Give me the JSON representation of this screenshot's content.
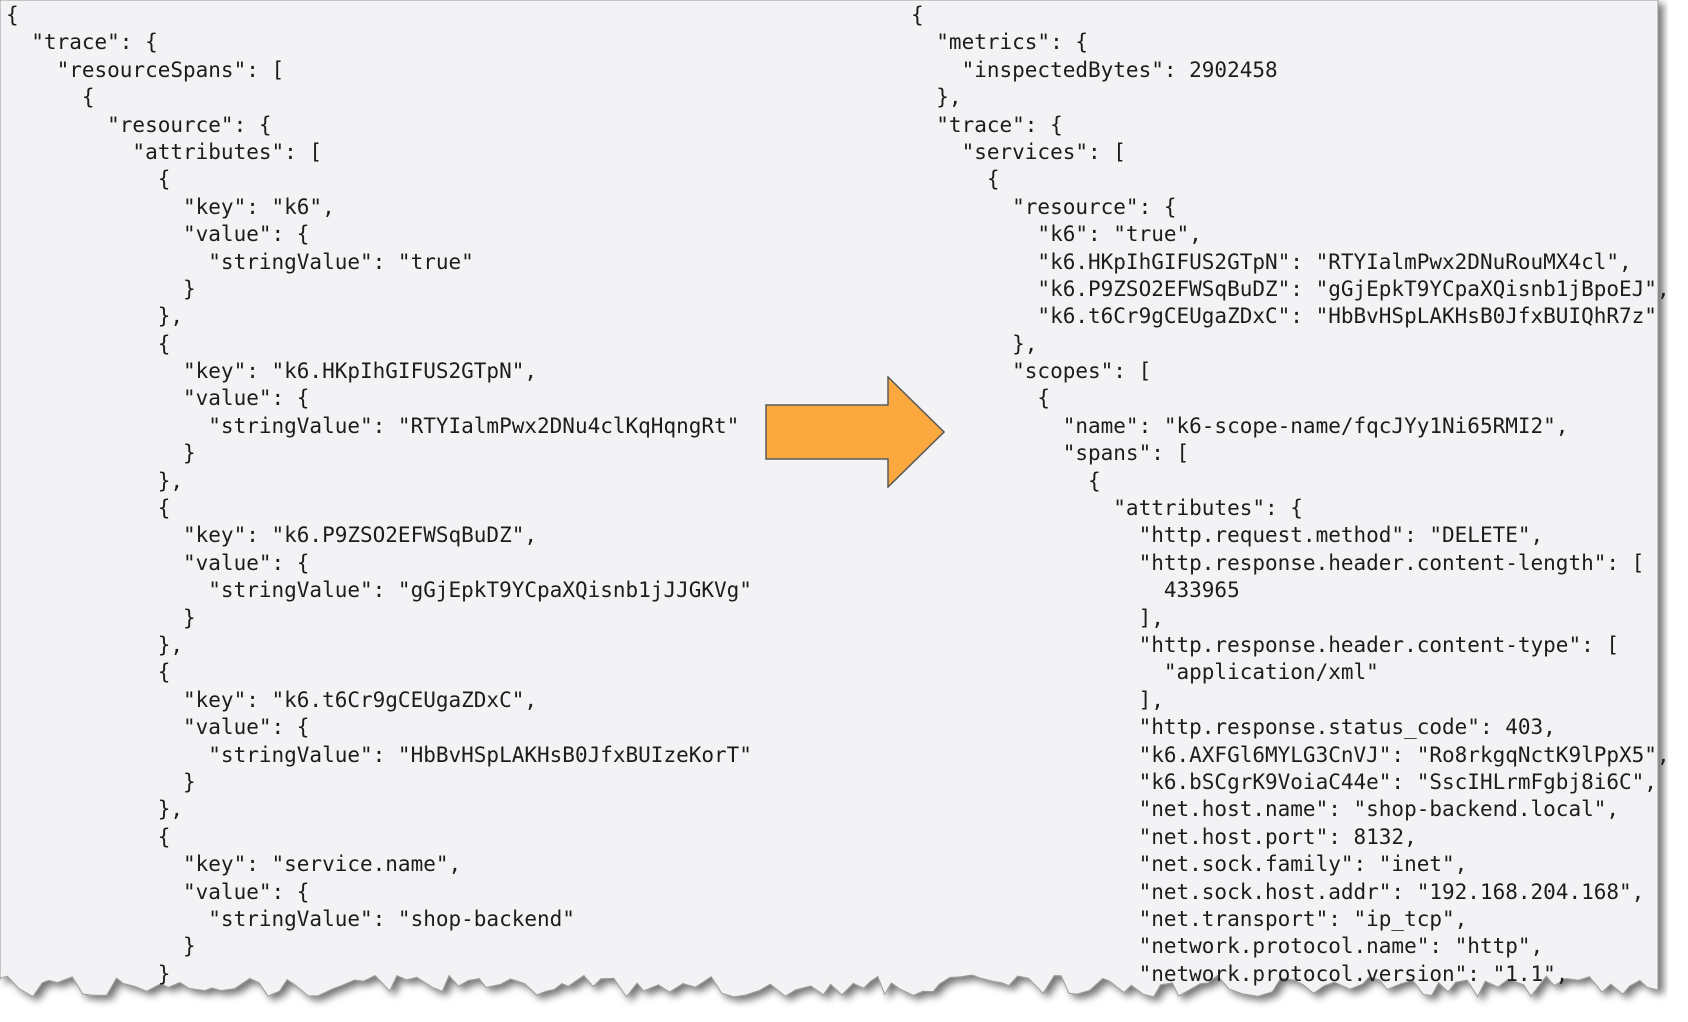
{
  "left_panel": {
    "lines": [
      "{",
      "  \"trace\": {",
      "    \"resourceSpans\": [",
      "      {",
      "        \"resource\": {",
      "          \"attributes\": [",
      "            {",
      "              \"key\": \"k6\",",
      "              \"value\": {",
      "                \"stringValue\": \"true\"",
      "              }",
      "            },",
      "            {",
      "              \"key\": \"k6.HKpIhGIFUS2GTpN\",",
      "              \"value\": {",
      "                \"stringValue\": \"RTYIalmPwx2DNu4clKqHqngRt\"",
      "              }",
      "            },",
      "            {",
      "              \"key\": \"k6.P9ZSO2EFWSqBuDZ\",",
      "              \"value\": {",
      "                \"stringValue\": \"gGjEpkT9YCpaXQisnb1jJJGKVg\"",
      "              }",
      "            },",
      "            {",
      "              \"key\": \"k6.t6Cr9gCEUgaZDxC\",",
      "              \"value\": {",
      "                \"stringValue\": \"HbBvHSpLAKHsB0JfxBUIzeKorT\"",
      "              }",
      "            },",
      "            {",
      "              \"key\": \"service.name\",",
      "              \"value\": {",
      "                \"stringValue\": \"shop-backend\"",
      "              }",
      "            }"
    ]
  },
  "right_panel": {
    "lines": [
      "{",
      "  \"metrics\": {",
      "    \"inspectedBytes\": 2902458",
      "  },",
      "  \"trace\": {",
      "    \"services\": [",
      "      {",
      "        \"resource\": {",
      "          \"k6\": \"true\",",
      "          \"k6.HKpIhGIFUS2GTpN\": \"RTYIalmPwx2DNuRouMX4cl\",",
      "          \"k6.P9ZSO2EFWSqBuDZ\": \"gGjEpkT9YCpaXQisnb1jBpoEJ\",",
      "          \"k6.t6Cr9gCEUgaZDxC\": \"HbBvHSpLAKHsB0JfxBUIQhR7z\"",
      "        },",
      "        \"scopes\": [",
      "          {",
      "            \"name\": \"k6-scope-name/fqcJYy1Ni65RMI2\",",
      "            \"spans\": [",
      "              {",
      "                \"attributes\": {",
      "                  \"http.request.method\": \"DELETE\",",
      "                  \"http.response.header.content-length\": [",
      "                    433965",
      "                  ],",
      "                  \"http.response.header.content-type\": [",
      "                    \"application/xml\"",
      "                  ],",
      "                  \"http.response.status_code\": 403,",
      "                  \"k6.AXFGl6MYLG3CnVJ\": \"Ro8rkgqNctK9lPpX5\",",
      "                  \"k6.bSCgrK9VoiaC44e\": \"SscIHLrmFgbj8i6C\",",
      "                  \"net.host.name\": \"shop-backend.local\",",
      "                  \"net.host.port\": 8132,",
      "                  \"net.sock.family\": \"inet\",",
      "                  \"net.sock.host.addr\": \"192.168.204.168\",",
      "                  \"net.transport\": \"ip_tcp\",",
      "                  \"network.protocol.name\": \"http\",",
      "                  \"network.protocol.version\": \"1.1\","
    ]
  },
  "arrow": {
    "color": "#FBA83E",
    "icon": "right-arrow-icon"
  },
  "colors": {
    "sheet_background": "#F3F3F5",
    "text": "#1C1C1C"
  }
}
